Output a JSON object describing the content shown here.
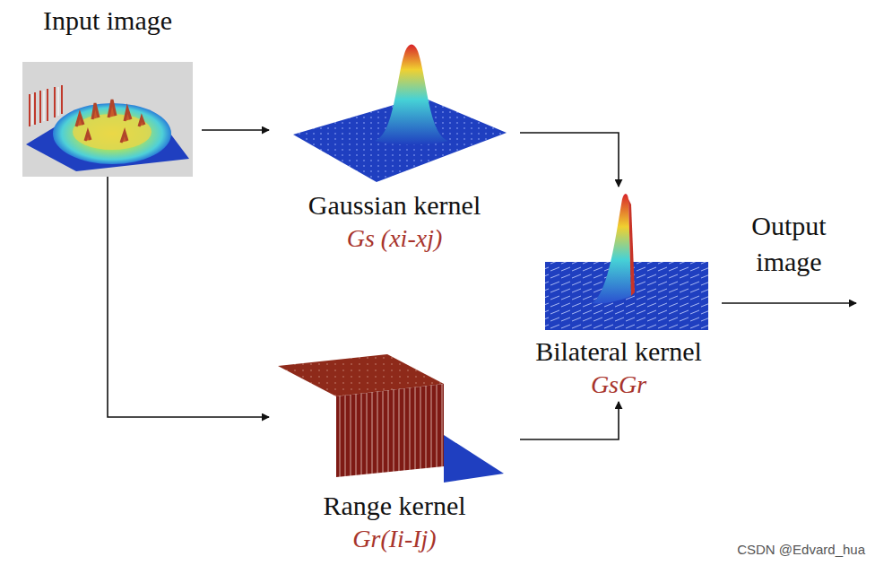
{
  "diagram": {
    "nodes": [
      {
        "text": [
          "Input image"
        ]
      },
      {
        "text": [
          "Gaussian kernel",
          "Gs (xi-xj)"
        ]
      },
      {
        "text": [
          "Range kernel",
          "Gr(Ii-Ij)"
        ]
      },
      {
        "text": [
          "Bilateral kernel",
          "GsGr"
        ]
      }
    ],
    "edges": [
      {
        "from": 0,
        "to": 1,
        "arrow": "to"
      },
      {
        "from": 0,
        "to": 2,
        "arrow": "to"
      },
      {
        "from": 1,
        "to": 3,
        "arrow": "to"
      },
      {
        "from": 2,
        "to": 3,
        "arrow": "to"
      }
    ],
    "labels": [
      "Output image",
      "CSDN @Edvard_hua"
    ]
  }
}
